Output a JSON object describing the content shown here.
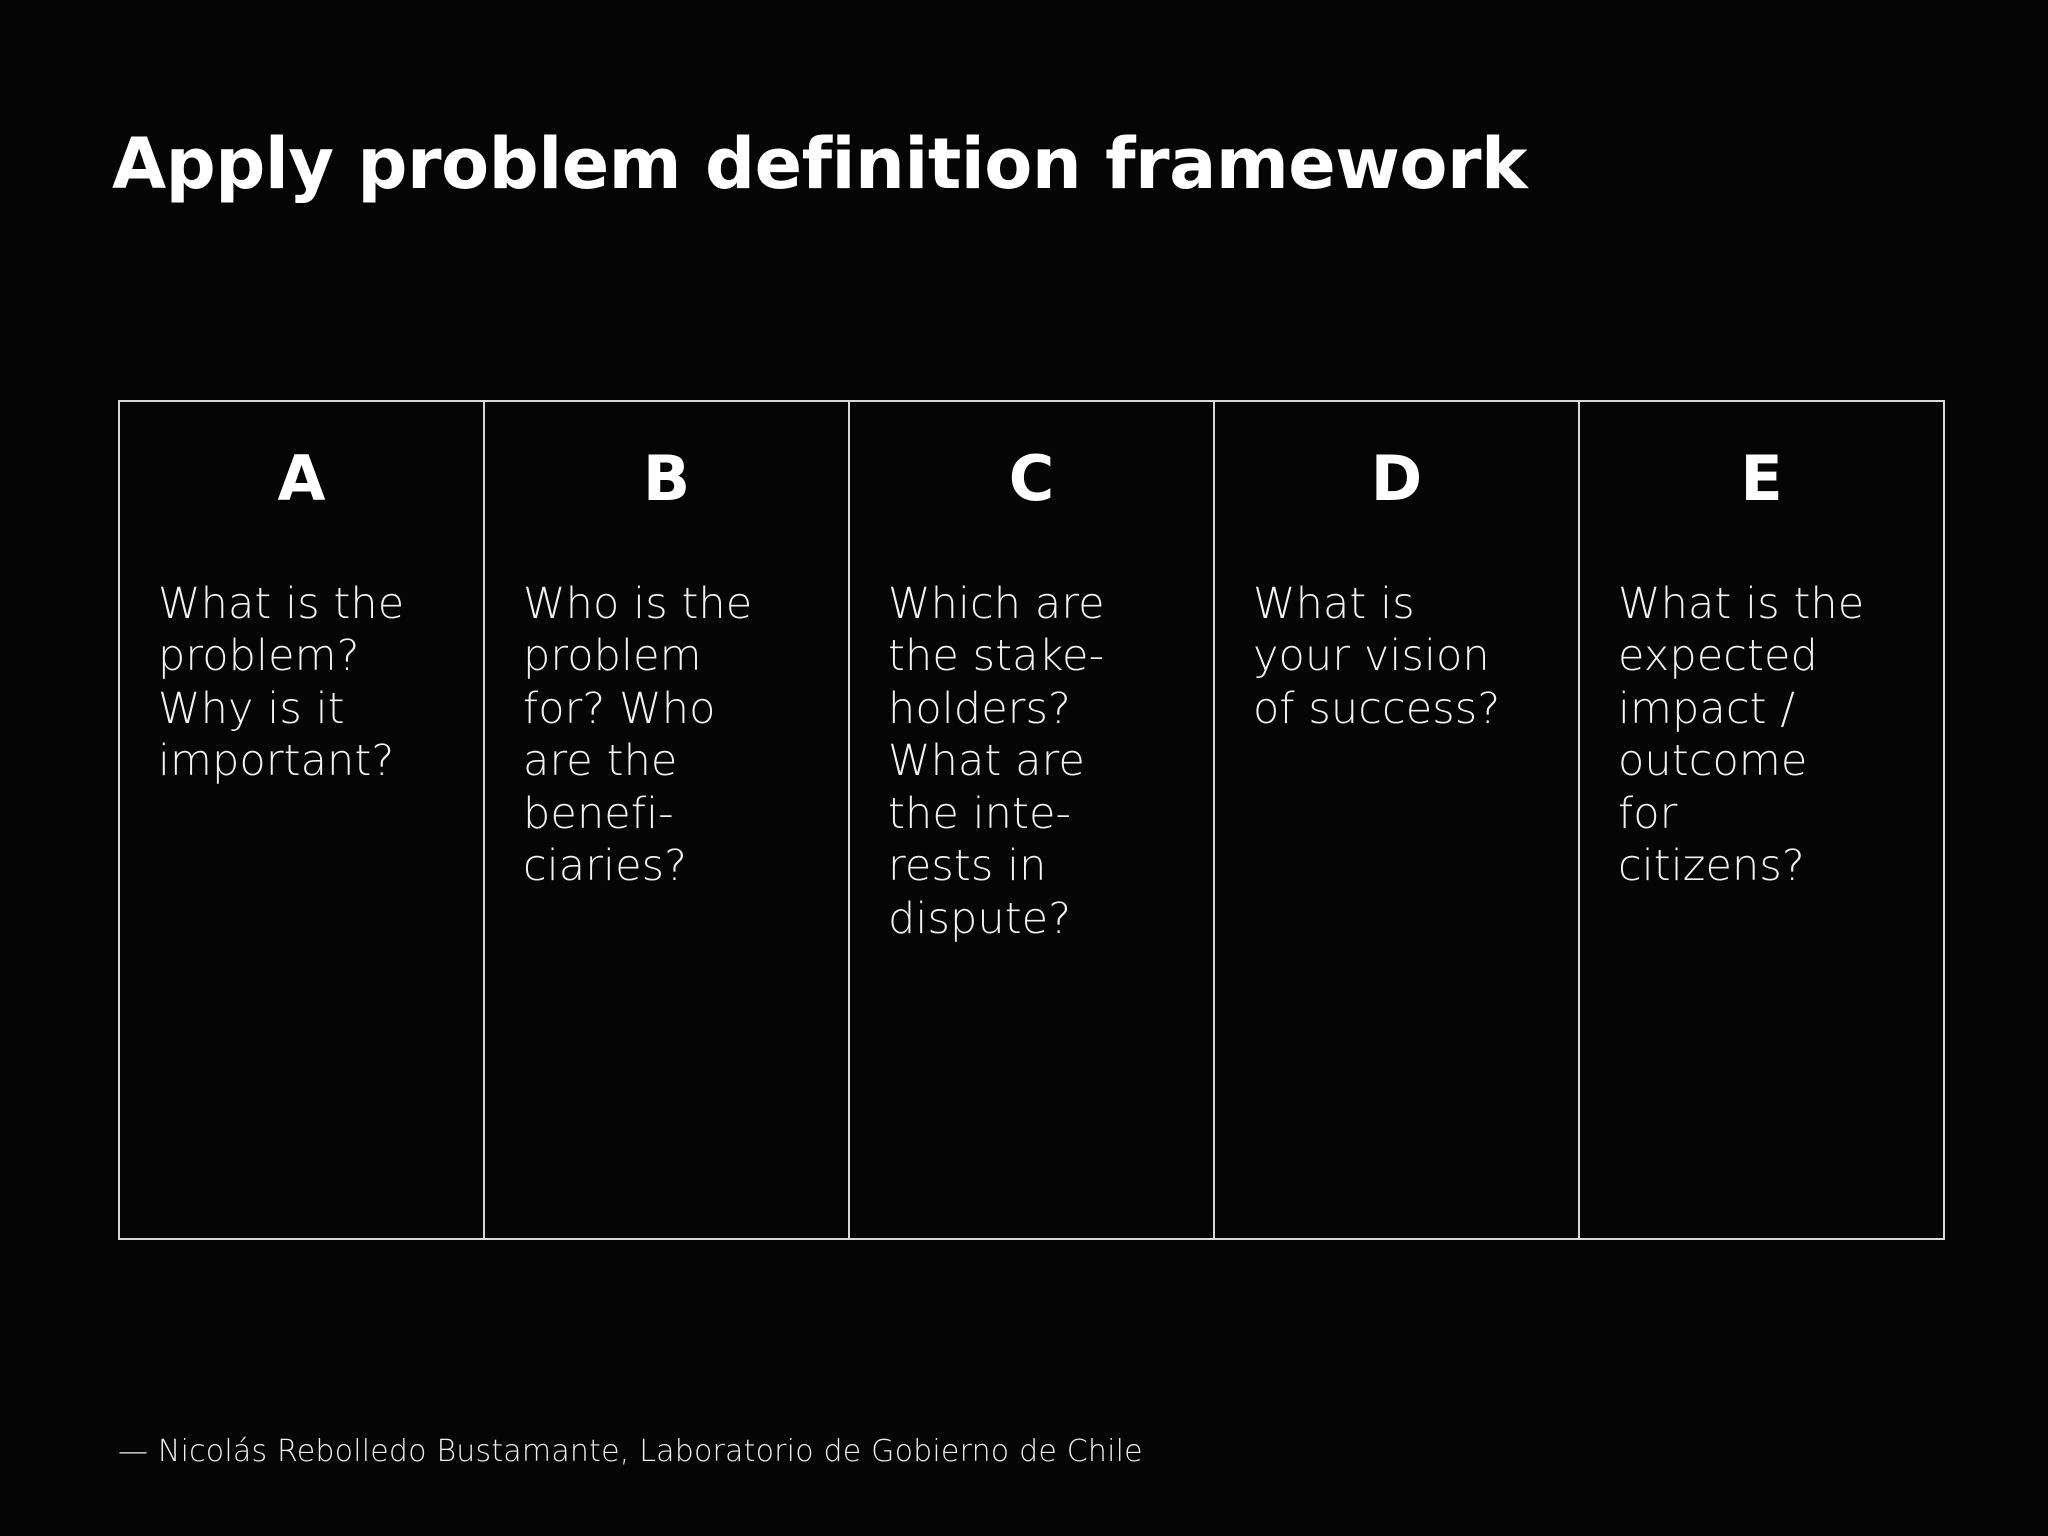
{
  "slide": {
    "background_color": "#050505",
    "text_color": "#ffffff",
    "border_color": "#d8d8d8",
    "title": "Apply problem definition framework"
  },
  "framework": {
    "columns": [
      {
        "letter": "A",
        "question": "What is the\nproblem?\nWhy is it\nimportant?"
      },
      {
        "letter": "B",
        "question": "Who is the\nproblem\nfor? Who\nare the\nbenefi-\nciaries?"
      },
      {
        "letter": "C",
        "question": "Which are\nthe stake-\nholders?\nWhat are\nthe inte-\nrests in\ndispute?"
      },
      {
        "letter": "D",
        "question": "What is\nyour vision\nof success?"
      },
      {
        "letter": "E",
        "question": "What is the\nexpected\nimpact /\noutcome\nfor\ncitizens?"
      }
    ]
  },
  "attribution": {
    "text": "— Nicolás Rebolledo Bustamante, Laboratorio de Gobierno de Chile"
  }
}
